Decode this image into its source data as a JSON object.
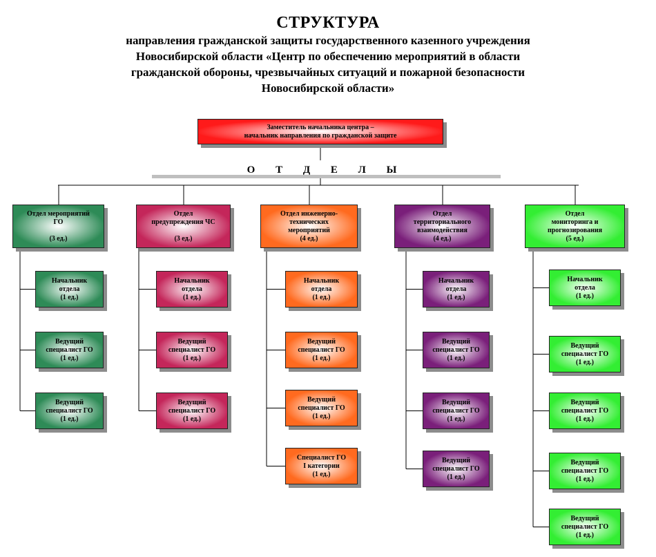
{
  "header": {
    "title": "СТРУКТУРА",
    "subtitle_lines": [
      "направления гражданской защиты государственного казенного учреждения",
      "Новосибирской области «Центр по обеспечению мероприятий в области",
      "гражданской обороны, чрезвычайных ситуаций и пожарной безопасности",
      "Новосибирской области»"
    ]
  },
  "head_box": {
    "lines": [
      "Заместитель начальника центра –",
      "начальник направления по гражданской защите"
    ],
    "color": "#ff1a1a"
  },
  "departments_label": "О Т Д Е Л Ы",
  "departments": [
    {
      "color": "#2e8b57",
      "header": [
        "Отдел мероприятий",
        "ГО",
        "",
        "(3 ед.)"
      ],
      "items": [
        [
          "Начальник",
          "отдела",
          "(1 ед.)"
        ],
        [
          "Ведущий",
          "специалист ГО",
          "(1 ед.)"
        ],
        [
          "Ведущий",
          "специалист ГО",
          "(1 ед.)"
        ]
      ]
    },
    {
      "color": "#c4265a",
      "header": [
        "Отдел",
        "предупреждения ЧС",
        "",
        "(3 ед.)"
      ],
      "items": [
        [
          "Начальник",
          "отдела",
          "(1 ед.)"
        ],
        [
          "Ведущий",
          "специалист ГО",
          "(1 ед.)"
        ],
        [
          "Ведущий",
          "специалист ГО",
          "(1 ед.)"
        ]
      ]
    },
    {
      "color": "#ff6a1f",
      "header": [
        "Отдел инженерно-",
        "технических",
        "мероприятий",
        "(4 ед.)"
      ],
      "items": [
        [
          "Начальник",
          "отдела",
          "(1 ед.)"
        ],
        [
          "Ведущий",
          "специалист ГО",
          "(1 ед.)"
        ],
        [
          "Ведущий",
          "специалист ГО",
          "(1 ед.)"
        ],
        [
          "Специалист ГО",
          "I категории",
          "(1 ед.)"
        ]
      ]
    },
    {
      "color": "#7a1f7a",
      "header": [
        "Отдел",
        "территориального",
        "взаимодействия",
        "(4 ед.)"
      ],
      "items": [
        [
          "Начальник",
          "отдела",
          "(1 ед.)"
        ],
        [
          "Ведущий",
          "специалист ГО",
          "(1 ед.)"
        ],
        [
          "Ведущий",
          "специалист ГО",
          "(1 ед.)"
        ],
        [
          "Ведущий",
          "специалист ГО",
          "(1 ед.)"
        ]
      ]
    },
    {
      "color": "#33ee33",
      "header": [
        "Отдел",
        "мониторинга и",
        "прогнозирования",
        "(5 ед.)"
      ],
      "items": [
        [
          "Начальник",
          "отдела",
          "(1 ед.)"
        ],
        [
          "Ведущий",
          "специалист ГО",
          "(1 ед.)"
        ],
        [
          "Ведущий",
          "специалист ГО",
          "(1 ед.)"
        ],
        [
          "Ведущий",
          "специалист ГО",
          "(1 ед.)"
        ],
        [
          "Ведущий",
          "специалист ГО",
          "(1 ед.)"
        ]
      ]
    }
  ]
}
